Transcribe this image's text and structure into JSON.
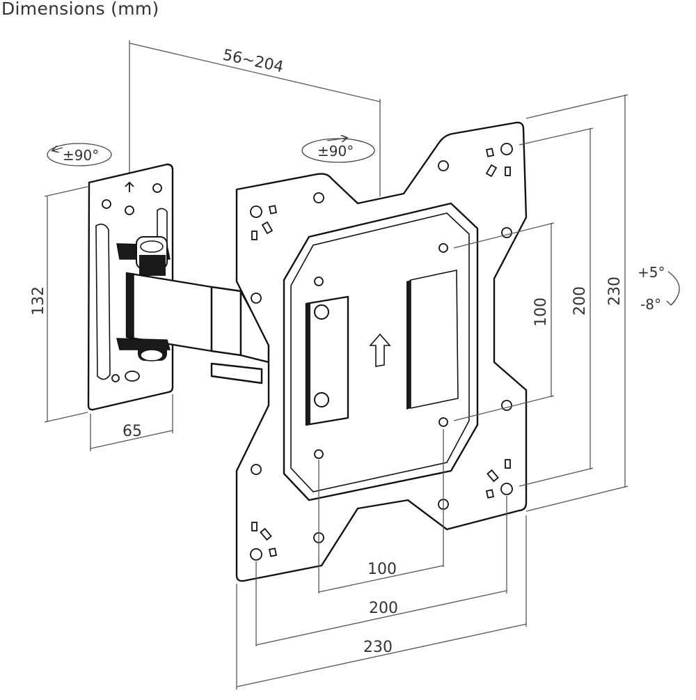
{
  "title": "Dimensions (mm)",
  "dimensions": {
    "extension": "56~204",
    "wall_plate_height": "132",
    "wall_plate_width": "65",
    "swivel_wall": "±90°",
    "swivel_plate": "±90°",
    "tilt_up": "+5°",
    "tilt_down": "-8°",
    "vesa_v_100": "100",
    "vesa_v_200": "200",
    "plate_v_230": "230",
    "vesa_h_100": "100",
    "vesa_h_200": "200",
    "plate_h_230": "230"
  },
  "colors": {
    "line": "#111111",
    "dimension": "#555555",
    "text": "#333333"
  }
}
